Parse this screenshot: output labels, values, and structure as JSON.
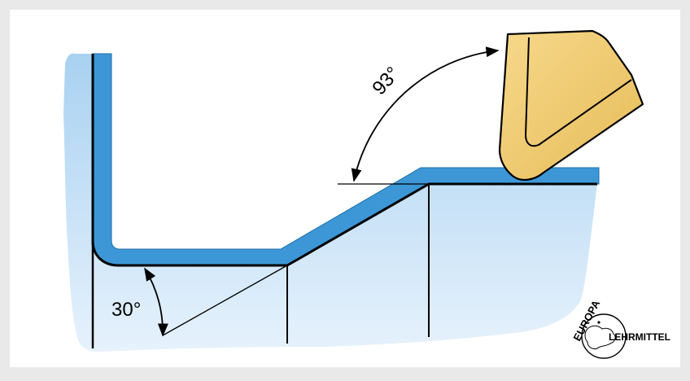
{
  "diagram": {
    "angles": {
      "tool_angle": "93°",
      "chamfer_angle": "30°"
    },
    "logo": {
      "top_text": "EUROPA",
      "bottom_text": "LEHRMITTEL"
    },
    "colors": {
      "frame_background": "#e9e9e9",
      "panel_background": "#ffffff",
      "workpiece_fill": "#c9e2f7",
      "coating_layer": "#3d97d6",
      "tool_insert": "#f1cc72",
      "outline": "#000000"
    }
  }
}
